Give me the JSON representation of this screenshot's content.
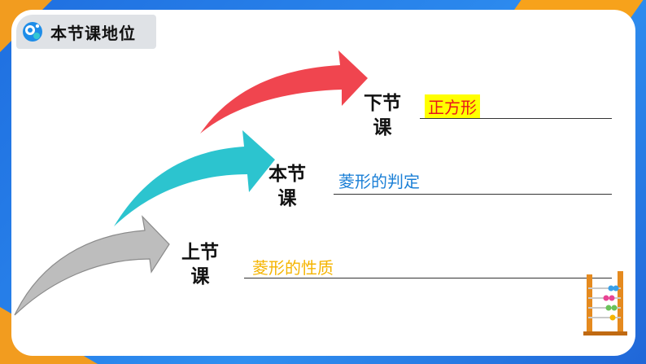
{
  "slide": {
    "title": "本节课地位",
    "logo_icon": "app-logo-icon"
  },
  "stages": {
    "next": {
      "label_line1": "下节",
      "label_line2": "课",
      "topic": "正方形"
    },
    "current": {
      "label_line1": "本节",
      "label_line2": "课",
      "topic": "菱形的判定"
    },
    "previous": {
      "label_line1": "上节",
      "label_line2": "课",
      "topic": "菱形的性质"
    }
  },
  "colors": {
    "background": "#2a86ec",
    "accent_orange": "#f29c1f",
    "arrow_red": "#f0454f",
    "arrow_teal": "#2cc4cf",
    "arrow_gray": "#b9b9b9",
    "topic_next": "#e8141b",
    "topic_next_highlight": "#ffff00",
    "topic_current": "#1a7fd6",
    "topic_previous": "#f5b400"
  },
  "decorations": {
    "abacus": "abacus-icon"
  }
}
